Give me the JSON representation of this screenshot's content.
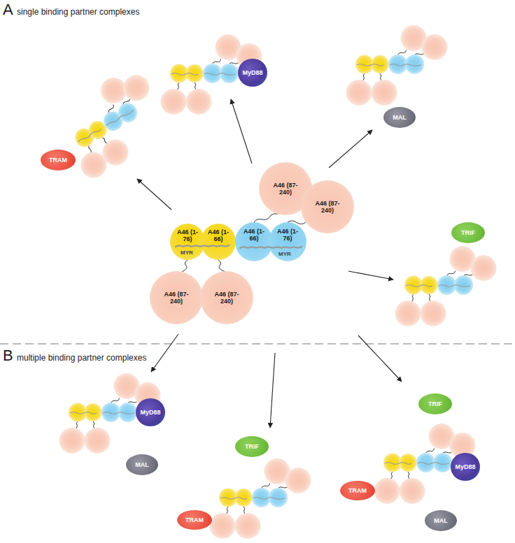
{
  "diagram": {
    "nodes": [
      {
        "text": [
          "MyD88"
        ]
      },
      {
        "text": [
          "MAL"
        ]
      },
      {
        "text": [
          "TRAM"
        ]
      },
      {
        "text": [
          "A46 (87-240)"
        ]
      },
      {
        "text": [
          "A46 (87-240)"
        ]
      },
      {
        "text": [
          "A46 (1-76)"
        ]
      },
      {
        "text": [
          "A46 (1-66)"
        ]
      },
      {
        "text": [
          "A46 (1-66)"
        ]
      },
      {
        "text": [
          "A46 (1-76)"
        ]
      },
      {
        "text": [
          "TRIF"
        ]
      },
      {
        "text": [
          "A46 (87-240)"
        ]
      },
      {
        "text": [
          "A46 (87-240)"
        ]
      },
      {
        "text": [
          "MyD88"
        ]
      },
      {
        "text": [
          "MAL"
        ]
      },
      {
        "text": [
          "TRIF"
        ]
      },
      {
        "text": [
          "TRAM"
        ]
      },
      {
        "text": [
          "TRIF"
        ]
      },
      {
        "text": [
          "MyD88"
        ]
      },
      {
        "text": [
          "TRAM"
        ]
      },
      {
        "text": [
          "MAL"
        ]
      }
    ],
    "labels": [
      "A",
      "single binding partner complexes",
      "MYR",
      "MYR",
      "B",
      "multiple binding partner complexes"
    ]
  }
}
